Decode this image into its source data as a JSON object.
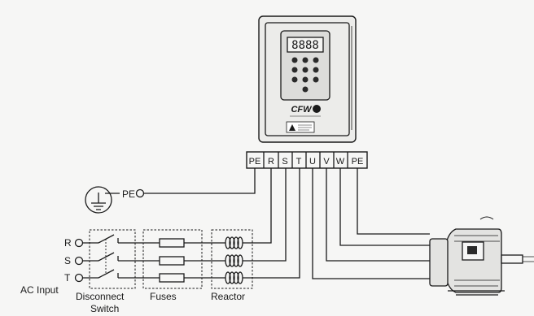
{
  "terminal_block": {
    "terminals": [
      "PE",
      "R",
      "S",
      "T",
      "U",
      "V",
      "W",
      "PE"
    ]
  },
  "ground": {
    "label": "PE"
  },
  "input_phases": [
    "R",
    "S",
    "T"
  ],
  "labels": {
    "ac_input": "AC Input",
    "disconnect_switch_line1": "Disconnect",
    "disconnect_switch_line2": "Switch",
    "fuses": "Fuses",
    "reactor": "Reactor"
  },
  "drive": {
    "display": "8888",
    "brand": "CFW"
  }
}
